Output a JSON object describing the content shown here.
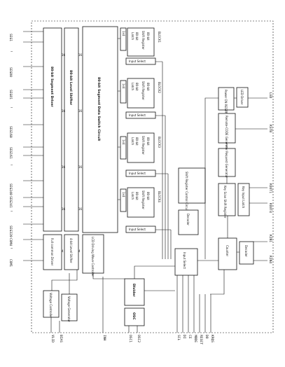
{
  "blocks": {
    "segment_driver": "80-bit Segment Driver",
    "level_shifter": "80-bit Level Shifter",
    "data_switch": "80-bit Segment Data Switch Circuit",
    "common_driver": "Full common Driver",
    "bit_level_shifter": "4-bit Level Shifter",
    "lcd_wave": "LCD Driving Wave Controller",
    "voltage_controller": "Voltage Controller",
    "voltage_generator": "Voltage Generator",
    "divider": "Divider",
    "osc": "OSC",
    "latch": "Latch",
    "bit80": "80-bit",
    "shift_register": "Shift Register",
    "input_select": "Input Select",
    "block1": "BLOCK1",
    "block2": "BLOCK2",
    "block3": "BLOCK3",
    "block4": "BLOCK4",
    "sr_control": "Shift Register Control Circuit",
    "decoder": "Decoder",
    "input_select_main": "Input Select",
    "counter": "Counter",
    "decoder_right": "Decoder",
    "key_input_latch": "Key Input Latch",
    "key_scan": "Key Scan Shift Register",
    "request_gen": "Request Generator",
    "remote_gen": "Remote-CODE Generator",
    "power_reset": "Power ON RESET",
    "led_driver": "LED Driver",
    "n16": "16",
    "n4": "4",
    "n1x4": "1x4"
  },
  "pins_left": [
    "SEG1",
    "SEG80",
    "SEG81",
    "SEG160",
    "SEG161",
    "SEG240",
    "SEG241",
    "SEG320",
    "COM4",
    "COM1"
  ],
  "pins_bottom": [
    "VLCD",
    "BIAS",
    "INH",
    "OSC1",
    "OSC2",
    "SCL",
    "DI",
    "CE",
    "MODE",
    "RESET",
    "DO",
    "KRQS"
  ],
  "pins_right": [
    "LED",
    "KSTB",
    "KOUT1",
    "KOUT4",
    "KIN1",
    "KIN4"
  ],
  "labels": {
    "tilde": "~"
  }
}
